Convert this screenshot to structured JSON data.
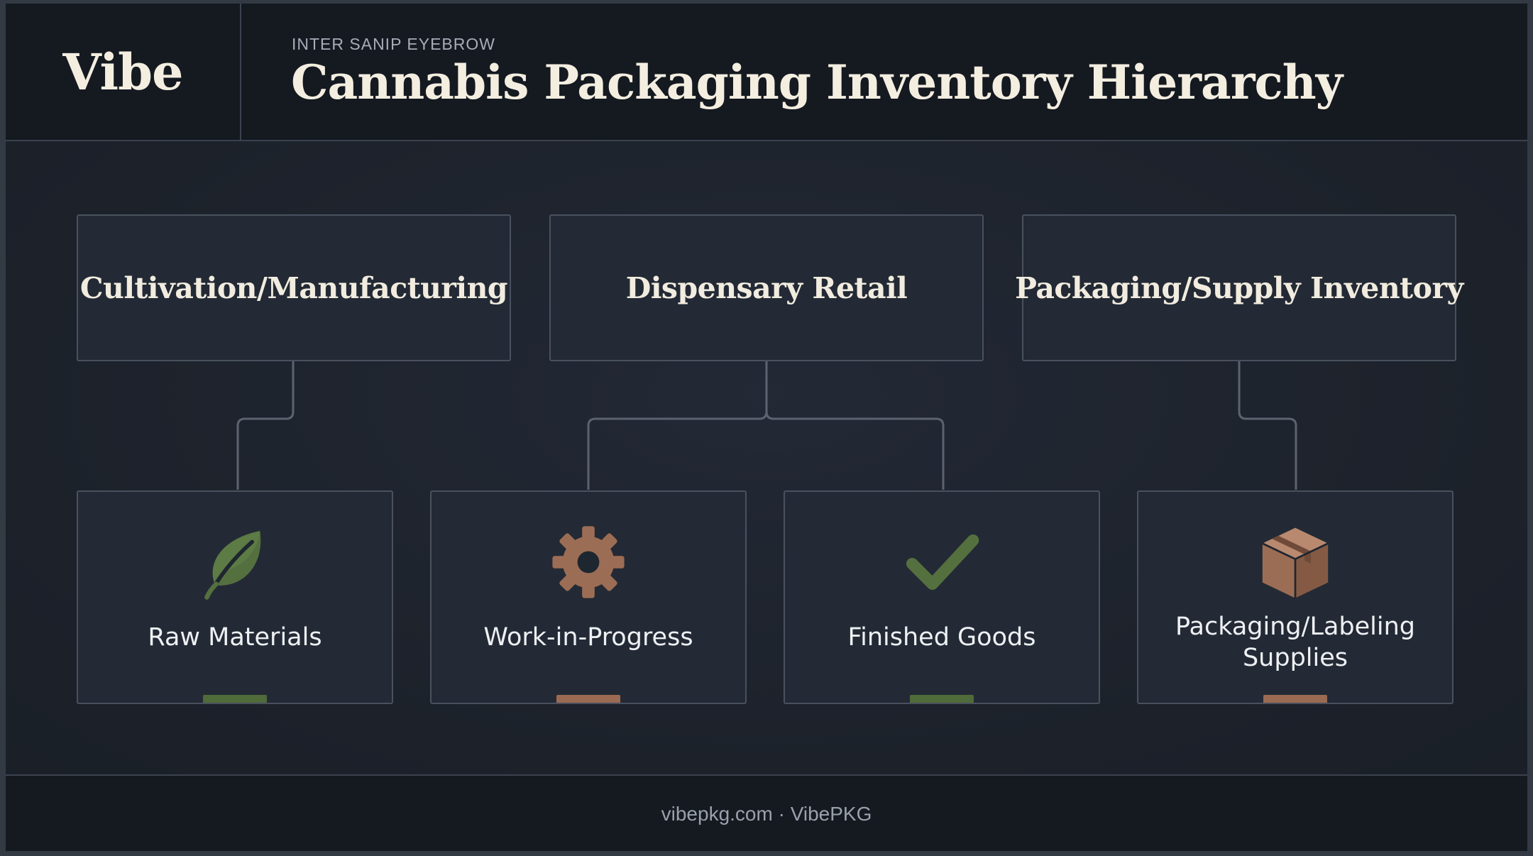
{
  "brand": {
    "logo_text": "Vibe"
  },
  "header": {
    "eyebrow": "INTER SANIP EYEBROW",
    "title": "Cannabis Packaging Inventory Hierarchy"
  },
  "diagram": {
    "sectors": [
      {
        "label": "Cultivation/Manufacturing"
      },
      {
        "label": "Dispensary Retail"
      },
      {
        "label": "Packaging/Supply Inventory"
      }
    ],
    "categories": [
      {
        "label": "Raw Materials",
        "icon": "leaf-icon",
        "accent": "#4f6b3a"
      },
      {
        "label": "Work-in-Progress",
        "icon": "gear-icon",
        "accent": "#9a6b52"
      },
      {
        "label": "Finished Goods",
        "icon": "checkmark-icon",
        "accent": "#4f6b3a"
      },
      {
        "label": "Packaging/Labeling Supplies",
        "icon": "box-icon",
        "accent": "#9a6b52"
      }
    ],
    "colors": {
      "green": "#55703f",
      "brown": "#9c6d55",
      "connector": "#5c6370"
    }
  },
  "footer": {
    "text": "vibepkg.com · VibePKG"
  }
}
